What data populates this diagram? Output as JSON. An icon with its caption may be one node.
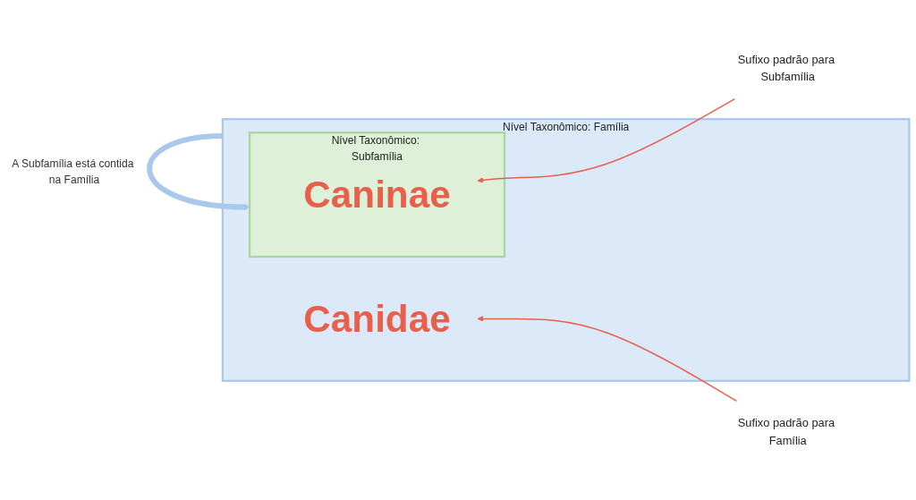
{
  "diagram": {
    "nodes": [
      {
        "text": [
          "Nível Taxonômico: Família"
        ]
      },
      {
        "text": [
          "Canidae"
        ],
        "in": 0
      },
      {
        "text": [
          "Nível Taxonômico: Subfamília"
        ],
        "in": 0
      },
      {
        "text": [
          "Caninae"
        ],
        "in": 2
      },
      {
        "text": [
          "Sufixo padrão para Família"
        ]
      },
      {
        "text": [
          "Sufixo padrão para Subfamília"
        ]
      }
    ],
    "edges": [
      {
        "from": 4,
        "to": 1,
        "arrow": "to"
      },
      {
        "from": 5,
        "to": 3,
        "arrow": "to"
      },
      {
        "from": 0,
        "to": 2,
        "arrow": "to",
        "label": "A Subfamília está contida na Família",
        "style": "thick",
        "color": "#a9c8ec"
      }
    ]
  }
}
